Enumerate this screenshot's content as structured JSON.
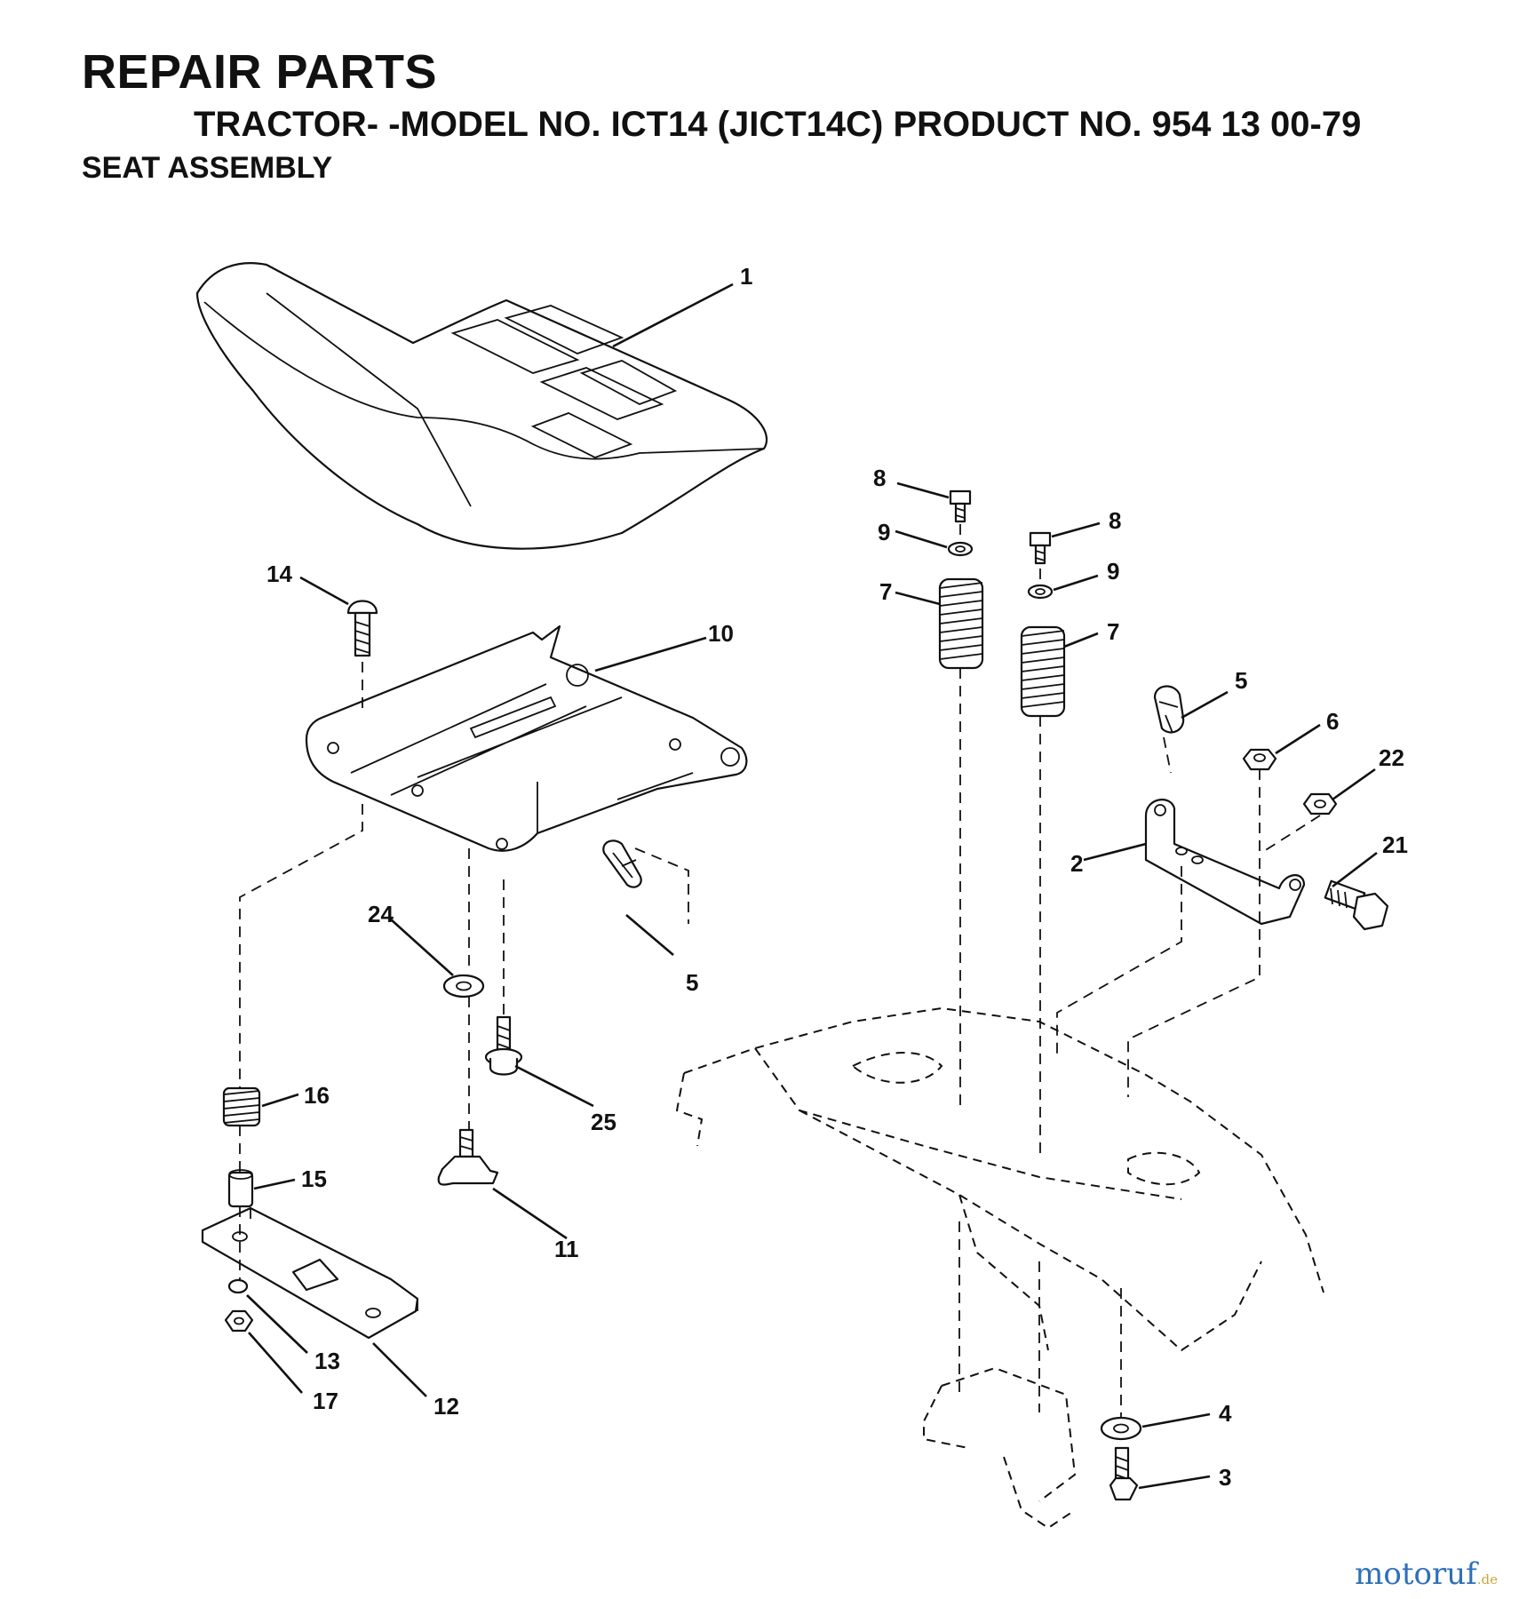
{
  "header": {
    "heading": "REPAIR PARTS",
    "model_line": "TRACTOR- -MODEL NO. ICT14 (JICT14C) PRODUCT NO. 954 13 00-79",
    "section": "SEAT ASSEMBLY"
  },
  "callouts": [
    "1",
    "2",
    "3",
    "4",
    "5",
    "5",
    "6",
    "7",
    "7",
    "8",
    "8",
    "9",
    "9",
    "10",
    "11",
    "12",
    "13",
    "14",
    "15",
    "16",
    "17",
    "21",
    "22",
    "24",
    "25"
  ],
  "watermark": {
    "brand": "motoruf",
    "tld": ".de"
  }
}
